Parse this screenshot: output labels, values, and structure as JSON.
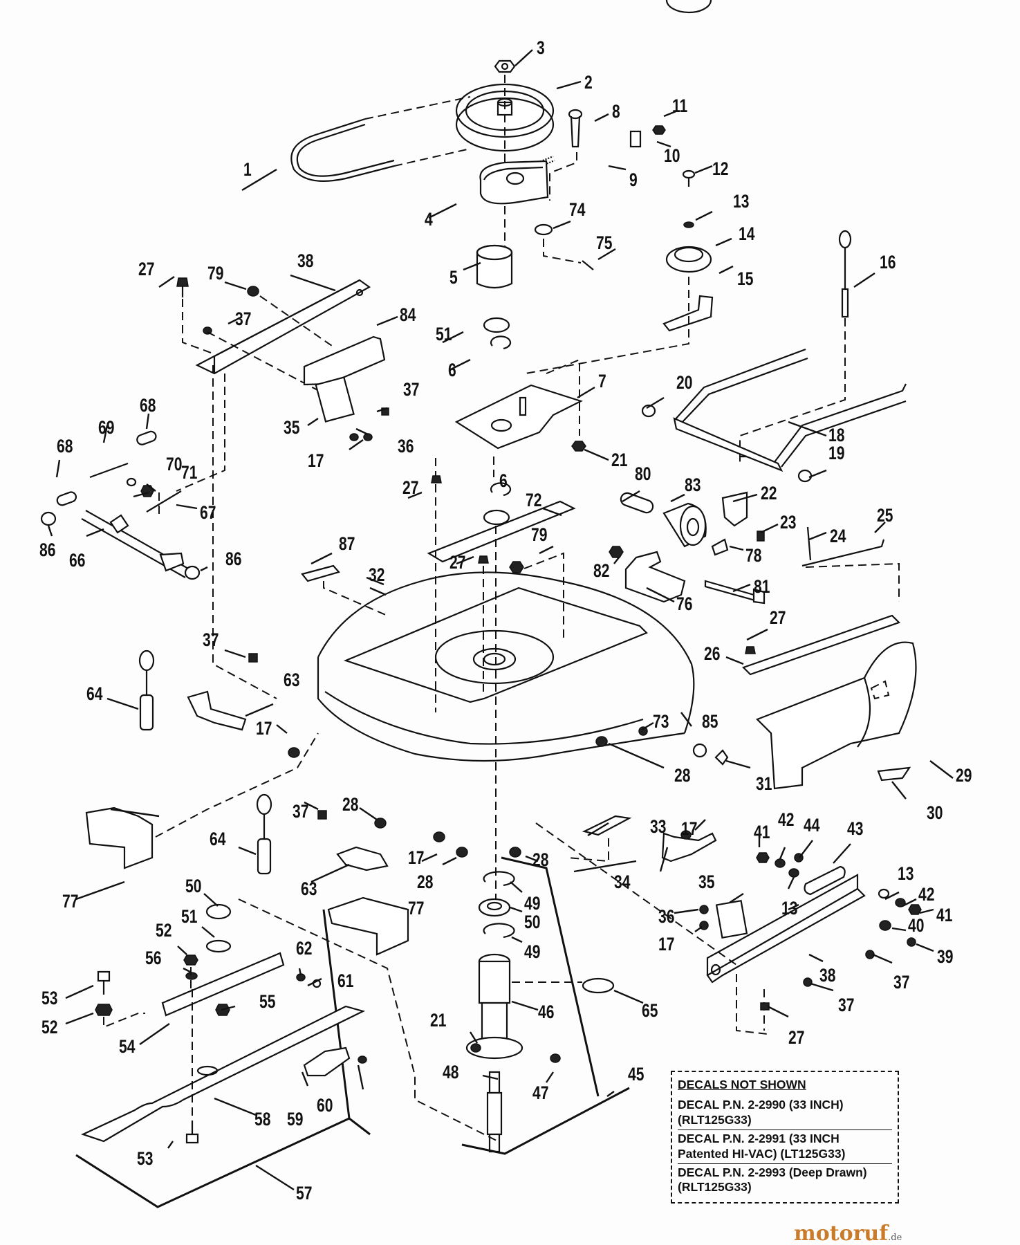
{
  "diagram": {
    "title": "Mower deck exploded parts diagram",
    "callouts": [
      {
        "id": "c1",
        "label": "1"
      },
      {
        "id": "c2",
        "label": "2"
      },
      {
        "id": "c3",
        "label": "3"
      },
      {
        "id": "c4",
        "label": "4"
      },
      {
        "id": "c5",
        "label": "5"
      },
      {
        "id": "c6a",
        "label": "6"
      },
      {
        "id": "c6b",
        "label": "6"
      },
      {
        "id": "c7",
        "label": "7"
      },
      {
        "id": "c8",
        "label": "8"
      },
      {
        "id": "c9",
        "label": "9"
      },
      {
        "id": "c10",
        "label": "10"
      },
      {
        "id": "c11",
        "label": "11"
      },
      {
        "id": "c12",
        "label": "12"
      },
      {
        "id": "c13a",
        "label": "13"
      },
      {
        "id": "c13b",
        "label": "13"
      },
      {
        "id": "c13c",
        "label": "13"
      },
      {
        "id": "c14",
        "label": "14"
      },
      {
        "id": "c15",
        "label": "15"
      },
      {
        "id": "c16",
        "label": "16"
      },
      {
        "id": "c17a",
        "label": "17"
      },
      {
        "id": "c17b",
        "label": "17"
      },
      {
        "id": "c17c",
        "label": "17"
      },
      {
        "id": "c17d",
        "label": "17"
      },
      {
        "id": "c17e",
        "label": "17"
      },
      {
        "id": "c18",
        "label": "18"
      },
      {
        "id": "c19",
        "label": "19"
      },
      {
        "id": "c20",
        "label": "20"
      },
      {
        "id": "c21a",
        "label": "21"
      },
      {
        "id": "c21b",
        "label": "21"
      },
      {
        "id": "c22",
        "label": "22"
      },
      {
        "id": "c23",
        "label": "23"
      },
      {
        "id": "c24",
        "label": "24"
      },
      {
        "id": "c25",
        "label": "25"
      },
      {
        "id": "c26",
        "label": "26"
      },
      {
        "id": "c27a",
        "label": "27"
      },
      {
        "id": "c27b",
        "label": "27"
      },
      {
        "id": "c27c",
        "label": "27"
      },
      {
        "id": "c27d",
        "label": "27"
      },
      {
        "id": "c27e",
        "label": "27"
      },
      {
        "id": "c28a",
        "label": "28"
      },
      {
        "id": "c28b",
        "label": "28"
      },
      {
        "id": "c28c",
        "label": "28"
      },
      {
        "id": "c28d",
        "label": "28"
      },
      {
        "id": "c29",
        "label": "29"
      },
      {
        "id": "c30",
        "label": "30"
      },
      {
        "id": "c31",
        "label": "31"
      },
      {
        "id": "c32",
        "label": "32"
      },
      {
        "id": "c33",
        "label": "33"
      },
      {
        "id": "c34",
        "label": "34"
      },
      {
        "id": "c35a",
        "label": "35"
      },
      {
        "id": "c35b",
        "label": "35"
      },
      {
        "id": "c36a",
        "label": "36"
      },
      {
        "id": "c36b",
        "label": "36"
      },
      {
        "id": "c37a",
        "label": "37"
      },
      {
        "id": "c37b",
        "label": "37"
      },
      {
        "id": "c37c",
        "label": "37"
      },
      {
        "id": "c37d",
        "label": "37"
      },
      {
        "id": "c37e",
        "label": "37"
      },
      {
        "id": "c37f",
        "label": "37"
      },
      {
        "id": "c38a",
        "label": "38"
      },
      {
        "id": "c38b",
        "label": "38"
      },
      {
        "id": "c39",
        "label": "39"
      },
      {
        "id": "c40",
        "label": "40"
      },
      {
        "id": "c41a",
        "label": "41"
      },
      {
        "id": "c41b",
        "label": "41"
      },
      {
        "id": "c42a",
        "label": "42"
      },
      {
        "id": "c42b",
        "label": "42"
      },
      {
        "id": "c43",
        "label": "43"
      },
      {
        "id": "c44",
        "label": "44"
      },
      {
        "id": "c45",
        "label": "45"
      },
      {
        "id": "c46",
        "label": "46"
      },
      {
        "id": "c47",
        "label": "47"
      },
      {
        "id": "c48",
        "label": "48"
      },
      {
        "id": "c49a",
        "label": "49"
      },
      {
        "id": "c49b",
        "label": "49"
      },
      {
        "id": "c50a",
        "label": "50"
      },
      {
        "id": "c50b",
        "label": "50"
      },
      {
        "id": "c51a",
        "label": "51"
      },
      {
        "id": "c51b",
        "label": "51"
      },
      {
        "id": "c52a",
        "label": "52"
      },
      {
        "id": "c52b",
        "label": "52"
      },
      {
        "id": "c53a",
        "label": "53"
      },
      {
        "id": "c53b",
        "label": "53"
      },
      {
        "id": "c54",
        "label": "54"
      },
      {
        "id": "c55",
        "label": "55"
      },
      {
        "id": "c56",
        "label": "56"
      },
      {
        "id": "c57",
        "label": "57"
      },
      {
        "id": "c58",
        "label": "58"
      },
      {
        "id": "c59",
        "label": "59"
      },
      {
        "id": "c60",
        "label": "60"
      },
      {
        "id": "c61",
        "label": "61"
      },
      {
        "id": "c62",
        "label": "62"
      },
      {
        "id": "c63a",
        "label": "63"
      },
      {
        "id": "c63b",
        "label": "63"
      },
      {
        "id": "c64a",
        "label": "64"
      },
      {
        "id": "c64b",
        "label": "64"
      },
      {
        "id": "c65",
        "label": "65"
      },
      {
        "id": "c66",
        "label": "66"
      },
      {
        "id": "c67",
        "label": "67"
      },
      {
        "id": "c68a",
        "label": "68"
      },
      {
        "id": "c68b",
        "label": "68"
      },
      {
        "id": "c69",
        "label": "69"
      },
      {
        "id": "c70",
        "label": "70"
      },
      {
        "id": "c71",
        "label": "71"
      },
      {
        "id": "c72",
        "label": "72"
      },
      {
        "id": "c73",
        "label": "73"
      },
      {
        "id": "c74",
        "label": "74"
      },
      {
        "id": "c75",
        "label": "75"
      },
      {
        "id": "c76",
        "label": "76"
      },
      {
        "id": "c77a",
        "label": "77"
      },
      {
        "id": "c77b",
        "label": "77"
      },
      {
        "id": "c78",
        "label": "78"
      },
      {
        "id": "c79a",
        "label": "79"
      },
      {
        "id": "c79b",
        "label": "79"
      },
      {
        "id": "c80",
        "label": "80"
      },
      {
        "id": "c81",
        "label": "81"
      },
      {
        "id": "c82",
        "label": "82"
      },
      {
        "id": "c83",
        "label": "83"
      },
      {
        "id": "c84",
        "label": "84"
      },
      {
        "id": "c85",
        "label": "85"
      },
      {
        "id": "c86a",
        "label": "86"
      },
      {
        "id": "c86b",
        "label": "86"
      },
      {
        "id": "c87",
        "label": "87"
      }
    ]
  },
  "decals_box": {
    "title": "DECALS NOT SHOWN",
    "entries": [
      "DECAL P.N. 2-2990 (33 INCH) (RLT125G33)",
      "DECAL P.N. 2-2991 (33 INCH Patented HI-VAC) (LT125G33)",
      "DECAL P.N. 2-2993 (Deep Drawn) (RLT125G33)"
    ]
  },
  "watermark": {
    "name": "motoruf",
    "tld": ".de"
  }
}
